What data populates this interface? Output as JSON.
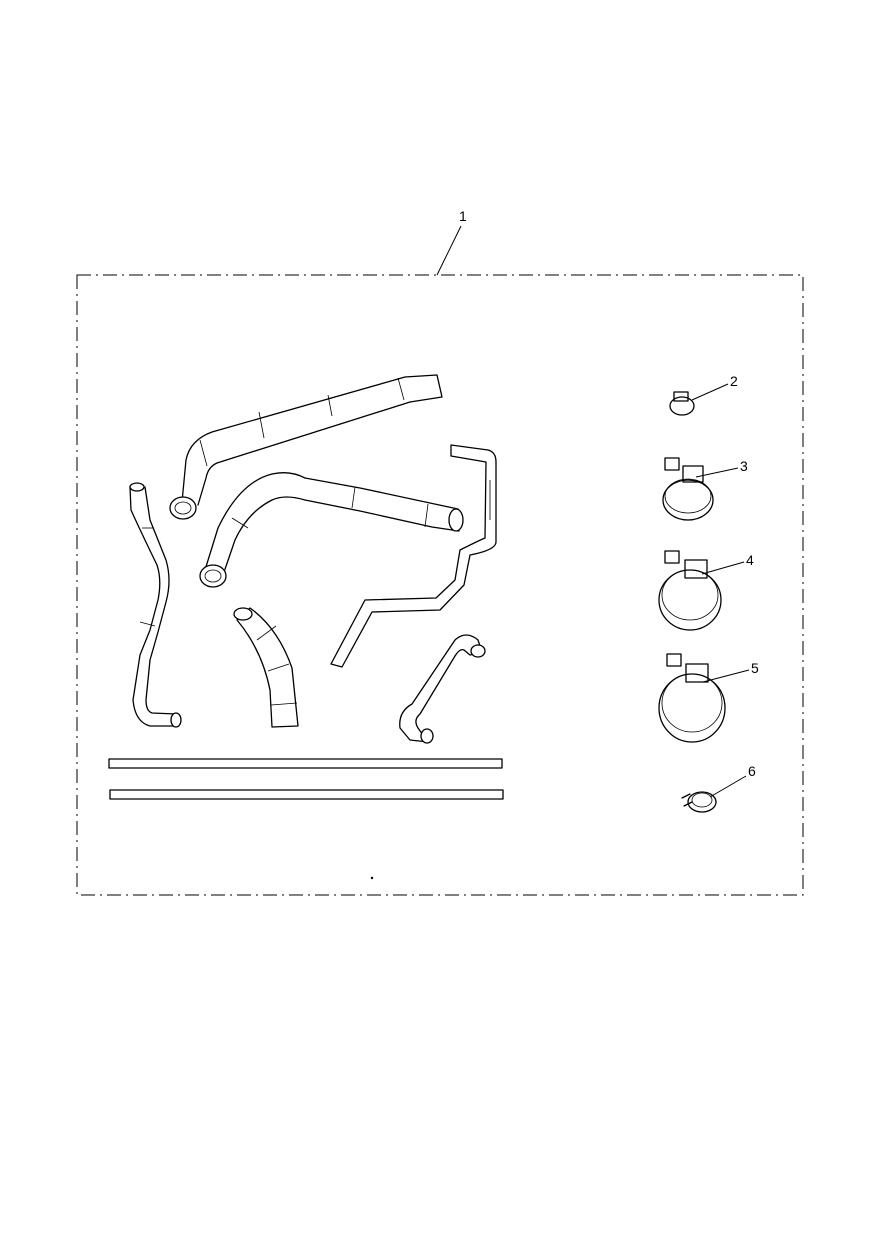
{
  "diagram": {
    "kit_callout": "1",
    "callouts": [
      {
        "id": "clamp-small",
        "label": "2"
      },
      {
        "id": "hose-clip-medium",
        "label": "3"
      },
      {
        "id": "hose-clip-large",
        "label": "4"
      },
      {
        "id": "hose-clip-xlarge",
        "label": "5"
      },
      {
        "id": "spring-clip",
        "label": "6"
      }
    ]
  }
}
